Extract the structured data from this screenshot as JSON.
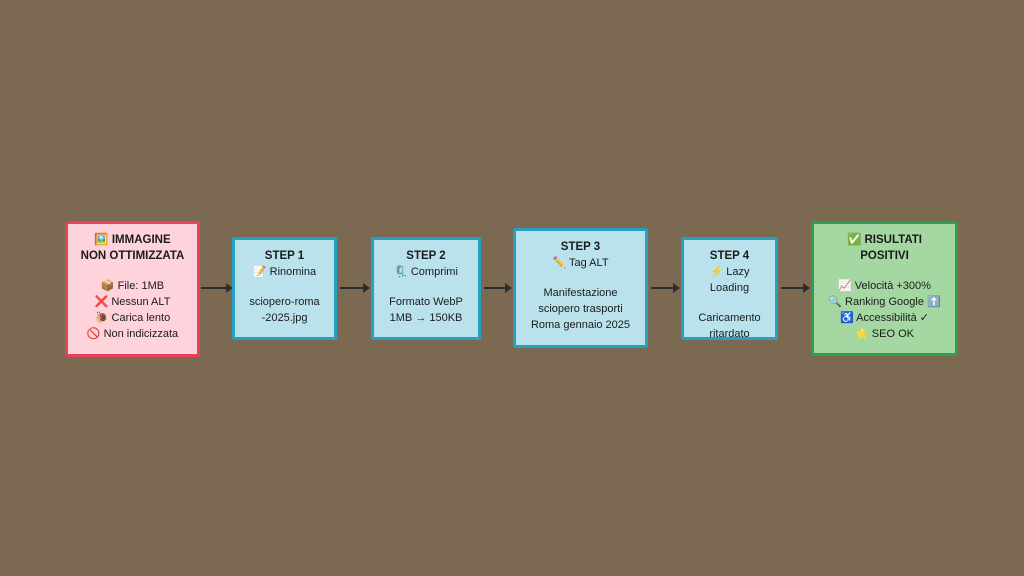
{
  "colors": {
    "bg": "#7c6952",
    "problem-bg": "#ffd3dc",
    "problem-border": "#e8415c",
    "step-bg": "#b9e2ec",
    "step-border": "#27a0c2",
    "result-bg": "#a5d7a2",
    "result-border": "#2f9e50",
    "arrow": "#2e2e2e",
    "text": "#1b1b1b"
  },
  "nodes": [
    {
      "id": "immagine-non-ottimizzata",
      "title_lines": [
        "🖼️ IMMAGINE",
        "NON OTTIMIZZATA"
      ],
      "body_lines": [
        "📦 File: 1MB",
        "❌ Nessun ALT",
        "🐌 Carica lento",
        "🚫 Non indicizzata"
      ]
    },
    {
      "id": "step-1",
      "title": "STEP 1",
      "subtitle_lines": [
        "📝 Rinomina"
      ],
      "body_lines": [
        "sciopero-roma",
        "-2025.jpg"
      ]
    },
    {
      "id": "step-2",
      "title": "STEP 2",
      "subtitle_lines": [
        "🗜️ Comprimi"
      ],
      "body_lines": [
        "Formato WebP",
        "1MB → 150KB"
      ]
    },
    {
      "id": "step-3",
      "title": "STEP 3",
      "subtitle_lines": [
        "✏️ Tag ALT"
      ],
      "body_lines": [
        "Manifestazione",
        "sciopero trasporti",
        "Roma gennaio 2025"
      ]
    },
    {
      "id": "step-4",
      "title": "STEP 4",
      "subtitle_lines": [
        "⚡ Lazy",
        "Loading"
      ],
      "body_lines": [
        "Caricamento",
        "ritardato"
      ]
    },
    {
      "id": "risultati-positivi",
      "title_lines": [
        "✅ RISULTATI",
        "POSITIVI"
      ],
      "body_lines": [
        "📈 Velocità +300%",
        "🔍 Ranking Google ⬆️",
        "♿ Accessibilità ✓",
        "⭐ SEO OK"
      ]
    }
  ]
}
